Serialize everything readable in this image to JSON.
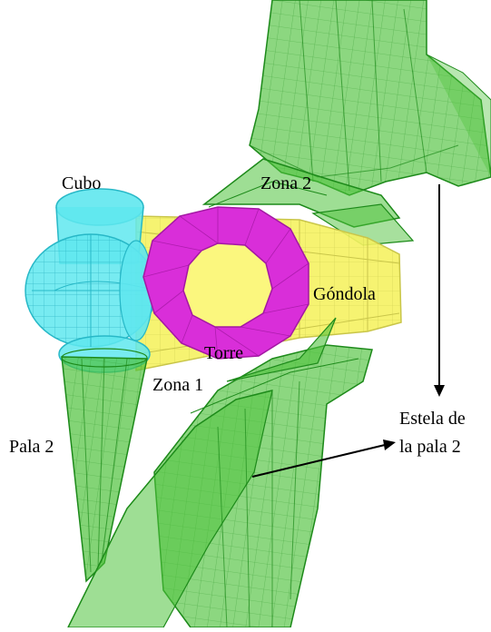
{
  "labels": {
    "hub": "Cubo",
    "zone2": "Zona 2",
    "nacelle": "Góndola",
    "tower": "Torre",
    "zone1": "Zona 1",
    "blade2": "Pala 2",
    "wake_line1": "Estela de",
    "wake_line2": "la pala 2"
  },
  "colors": {
    "wake_fill": "#4fc23c",
    "wake_stroke": "#1d8a1a",
    "hub_fill": "#5fe7ee",
    "hub_stroke": "#27b8c7",
    "nacelle_fill": "#f5f262",
    "nacelle_stroke": "#c9c64a",
    "tower_fill": "#d92ed9",
    "tower_stroke": "#a318a3",
    "tower_inner": "#fbf77e"
  }
}
